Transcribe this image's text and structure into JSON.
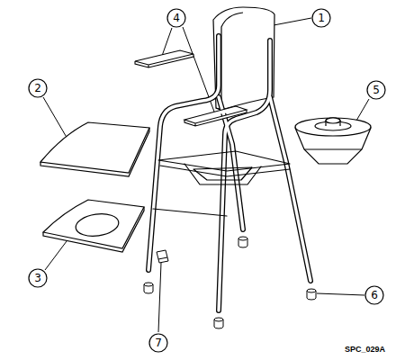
{
  "diagram": {
    "nodes": [
      {
        "text": [
          "1"
        ]
      },
      {
        "text": [
          "2"
        ]
      },
      {
        "text": [
          "3"
        ]
      },
      {
        "text": [
          "4"
        ]
      },
      {
        "text": [
          "5"
        ]
      },
      {
        "text": [
          "6"
        ]
      },
      {
        "text": [
          "7"
        ]
      }
    ],
    "labels": [
      "SPC_029A"
    ]
  }
}
